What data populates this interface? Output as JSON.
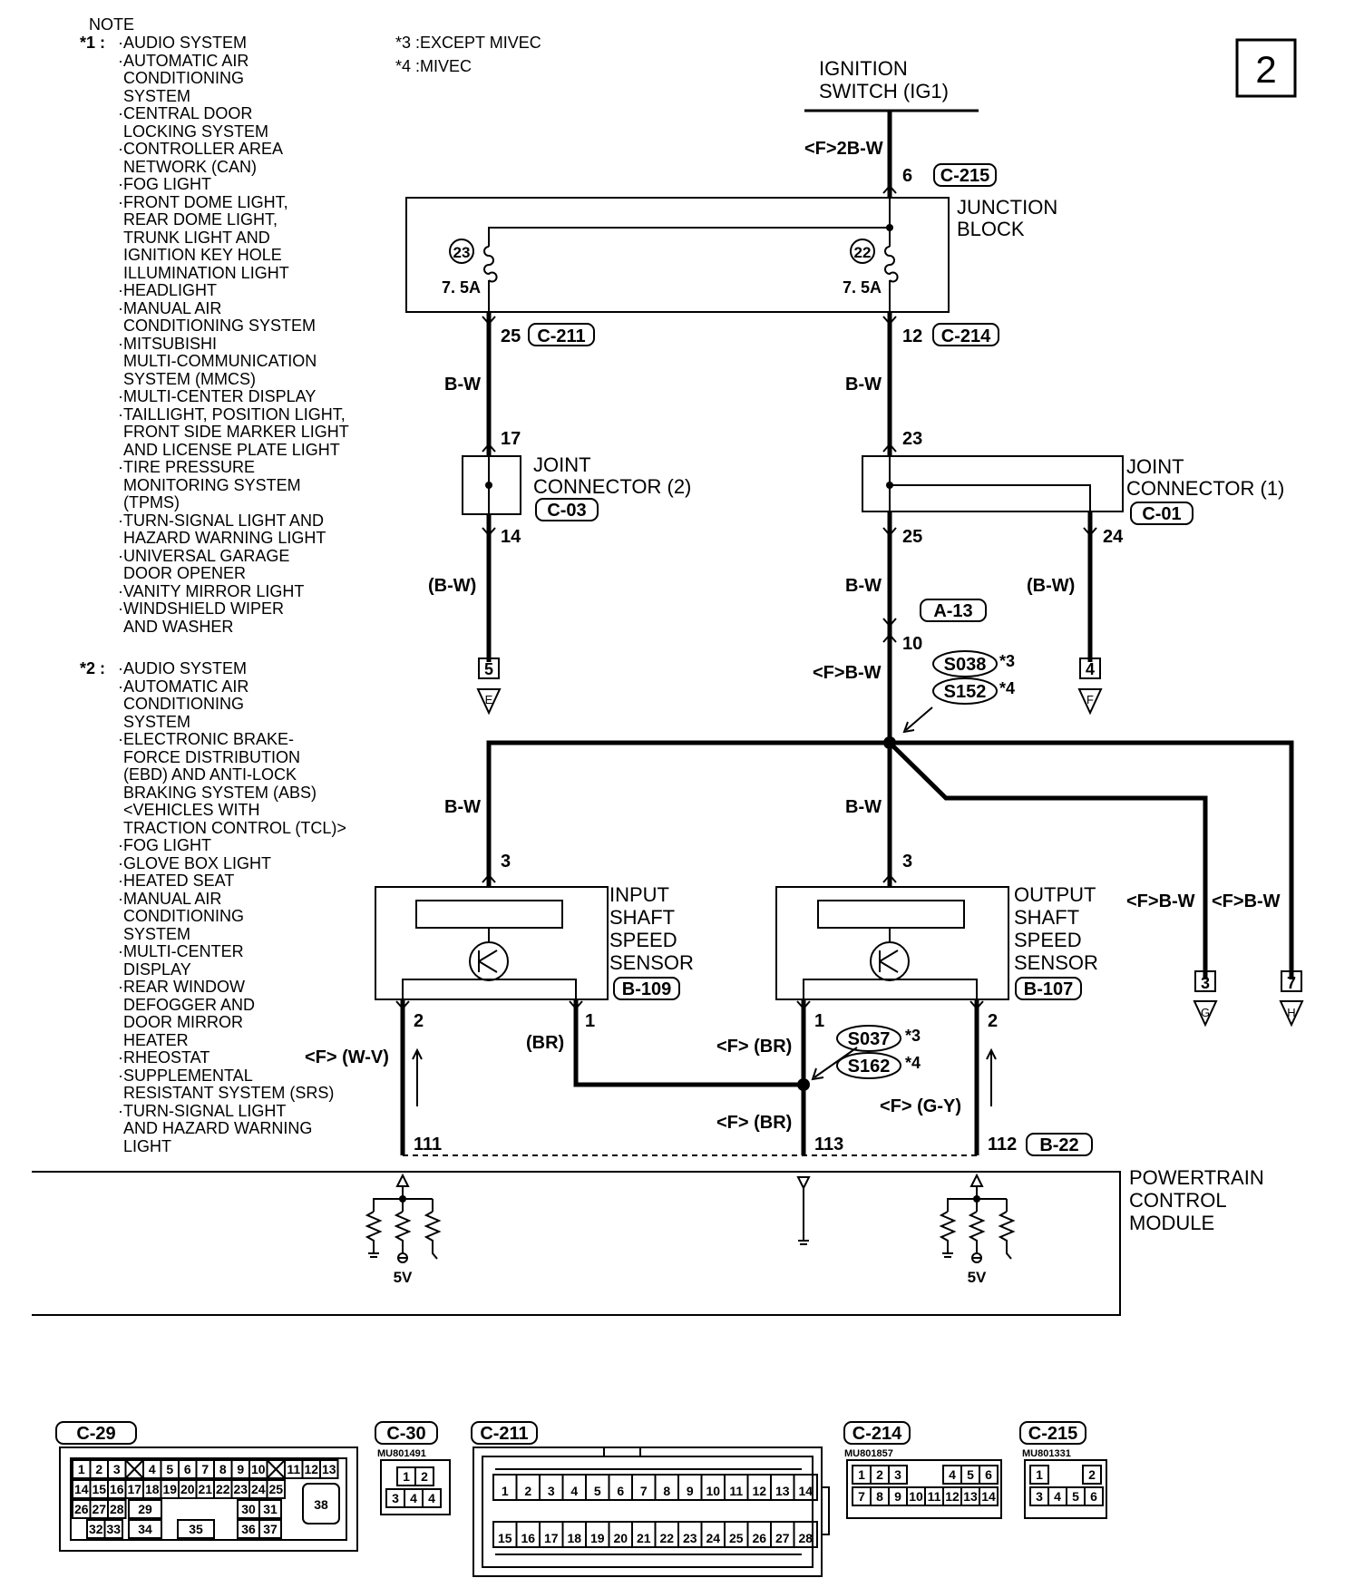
{
  "page_number": "2",
  "notes": {
    "title": "NOTE",
    "n1_mark": "*1 :",
    "n1_items": [
      "·AUDIO SYSTEM",
      "·AUTOMATIC AIR",
      "CONDITIONING",
      "SYSTEM",
      "·CENTRAL DOOR",
      "LOCKING SYSTEM",
      "·CONTROLLER AREA",
      "NETWORK (CAN)",
      "·FOG LIGHT",
      "·FRONT DOME LIGHT,",
      "REAR DOME LIGHT,",
      "TRUNK LIGHT AND",
      "IGNITION KEY HOLE",
      "ILLUMINATION LIGHT",
      "·HEADLIGHT",
      "·MANUAL AIR",
      "CONDITIONING SYSTEM",
      "·MITSUBISHI",
      "MULTI-COMMUNICATION",
      "SYSTEM (MMCS)",
      "·MULTI-CENTER DISPLAY",
      "·TAILLIGHT, POSITION LIGHT,",
      "FRONT SIDE MARKER LIGHT",
      "AND LICENSE PLATE LIGHT",
      "·TIRE PRESSURE",
      "MONITORING SYSTEM",
      "(TPMS)",
      "·TURN-SIGNAL LIGHT AND",
      "HAZARD WARNING LIGHT",
      "·UNIVERSAL GARAGE",
      "DOOR OPENER",
      "·VANITY MIRROR LIGHT",
      "·WINDSHIELD WIPER",
      "AND WASHER"
    ],
    "n2_mark": "*2 :",
    "n2_items": [
      "·AUDIO SYSTEM",
      "·AUTOMATIC AIR",
      "CONDITIONING",
      "SYSTEM",
      "·ELECTRONIC BRAKE-",
      "FORCE DISTRIBUTION",
      "(EBD) AND ANTI-LOCK",
      "BRAKING SYSTEM (ABS)",
      "<VEHICLES WITH",
      "TRACTION CONTROL (TCL)>",
      "·FOG LIGHT",
      "·GLOVE BOX LIGHT",
      "·HEATED SEAT",
      "·MANUAL AIR",
      "CONDITIONING",
      "SYSTEM",
      "·MULTI-CENTER",
      "DISPLAY",
      "·REAR WINDOW",
      "DEFOGGER AND",
      "DOOR MIRROR",
      "HEATER",
      "·RHEOSTAT",
      "·SUPPLEMENTAL",
      "RESISTANT SYSTEM (SRS)",
      "·TURN-SIGNAL LIGHT",
      "AND HAZARD WARNING",
      "LIGHT"
    ],
    "n3": "*3 :EXCEPT MIVEC",
    "n4": "*4 :MIVEC"
  },
  "labels": {
    "ign1": "IGNITION",
    "ign2": "SWITCH (IG1)",
    "f2bw": "<F>2B-W",
    "p6": "6",
    "c215": "C-215",
    "jb1": "JUNCTION",
    "jb2": "BLOCK",
    "fuse23": "23",
    "fuse22": "22",
    "amp1": "7. 5A",
    "amp2": "7. 5A",
    "p25": "25",
    "c211": "C-211",
    "p12": "12",
    "c214": "C-214",
    "bw1": "B-W",
    "bw2": "B-W",
    "p17": "17",
    "p23": "23",
    "jc2a": "JOINT",
    "jc2b": "CONNECTOR (2)",
    "c03": "C-03",
    "jc1a": "JOINT",
    "jc1b": "CONNECTOR (1)",
    "c01": "C-01",
    "p14": "14",
    "p25b": "25",
    "p24": "24",
    "pbw1": "(B-W)",
    "bw3": "B-W",
    "pbw2": "(B-W)",
    "a13": "A-13",
    "p10": "10",
    "fbw": "<F>B-W",
    "s038": "S038",
    "s152": "S152",
    "st3a": "*3",
    "st4a": "*4",
    "g5": "5",
    "gE": "E",
    "g4": "4",
    "gF": "F",
    "bw4": "B-W",
    "bw5": "B-W",
    "p3a": "3",
    "p3b": "3",
    "iss1": "INPUT",
    "iss2": "SHAFT",
    "iss3": "SPEED",
    "iss4": "SENSOR",
    "b109": "B-109",
    "oss1": "OUTPUT",
    "oss2": "SHAFT",
    "oss3": "SPEED",
    "oss4": "SENSOR",
    "b107": "B-107",
    "fbw2": "<F>B-W",
    "fbw3": "<F>B-W",
    "g3": "3",
    "gG": "G",
    "g7": "7",
    "gH": "H",
    "p2a": "2",
    "p1a": "1",
    "p1b": "1",
    "p2b": "2",
    "fwv": "<F> (W-V)",
    "br": "(BR)",
    "fbr1": "<F> (BR)",
    "s037": "S037",
    "s162": "S162",
    "st3b": "*3",
    "st4b": "*4",
    "fgy": "<F> (G-Y)",
    "fbr2": "<F> (BR)",
    "p111": "111",
    "p113": "113",
    "p112": "112",
    "b22": "B-22",
    "pcm1": "POWERTRAIN",
    "pcm2": "CONTROL",
    "pcm3": "MODULE",
    "v5a": "5V",
    "v5b": "5V"
  },
  "connectors": {
    "c29": {
      "label": "C-29",
      "row1": [
        "1",
        "2",
        "3",
        "",
        "4",
        "5",
        "6",
        "7",
        "8",
        "9",
        "10",
        "",
        "11",
        "12",
        "13"
      ],
      "row2": [
        "14",
        "15",
        "16",
        "17",
        "18",
        "19",
        "20",
        "21",
        "22",
        "23",
        "24",
        "25"
      ],
      "row3": [
        "26",
        "27",
        "28",
        "29",
        "30",
        "31"
      ],
      "row4": [
        "32",
        "33",
        "34",
        "35",
        "36",
        "37"
      ],
      "big": "38"
    },
    "c30": {
      "label": "C-30",
      "part": "MU801491",
      "pins": [
        "1",
        "2",
        "3",
        "4"
      ]
    },
    "c211": {
      "label": "C-211",
      "row1": [
        "1",
        "2",
        "3",
        "4",
        "5",
        "6",
        "7",
        "8",
        "9",
        "10",
        "11",
        "12",
        "13",
        "14"
      ],
      "row2": [
        "15",
        "16",
        "17",
        "18",
        "19",
        "20",
        "21",
        "22",
        "23",
        "24",
        "25",
        "26",
        "27",
        "28"
      ]
    },
    "c214": {
      "label": "C-214",
      "part": "MU801857",
      "row1": [
        "1",
        "2",
        "3",
        "4",
        "5",
        "6"
      ],
      "row2": [
        "7",
        "8",
        "9",
        "10",
        "11",
        "12",
        "13",
        "14"
      ]
    },
    "c215": {
      "label": "C-215",
      "part": "MU801331",
      "row1": [
        "1",
        "2"
      ],
      "row2": [
        "3",
        "4",
        "5",
        "6"
      ]
    }
  }
}
